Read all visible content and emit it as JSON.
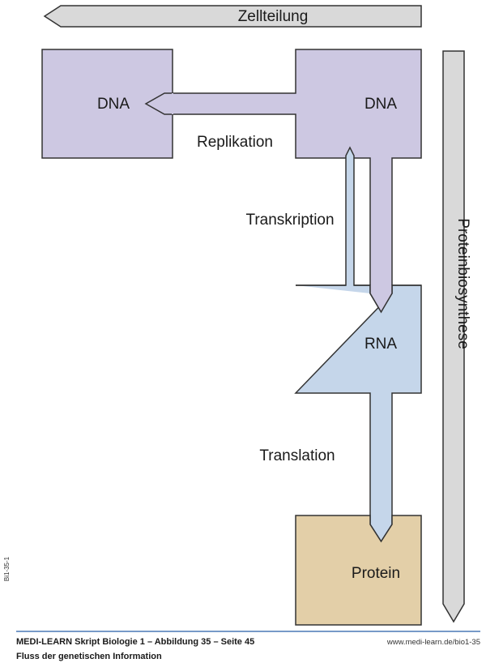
{
  "diagram": {
    "nodes": {
      "dna_left": "DNA",
      "dna_right": "DNA",
      "rna": "RNA",
      "protein": "Protein"
    },
    "processes": {
      "replication": "Replikation",
      "transcription": "Transkription",
      "translation": "Translation",
      "cell_division": "Zellteilung",
      "protein_biosynthesis": "Proteinbiosynthese"
    },
    "colors": {
      "dna": "#cdc8e2",
      "rna": "#c5d6ea",
      "protein": "#e3cfa8",
      "process_arrow": "#d9d9d9",
      "footer_rule": "#4a78b5"
    }
  },
  "side_code": "Bi1-35-1",
  "footer": {
    "source": "MEDI-LEARN Skript Biologie 1 – Abbildung 35 – Seite 45",
    "caption": "Fluss der genetischen Information",
    "url": "www.medi-learn.de/bio1-35"
  }
}
